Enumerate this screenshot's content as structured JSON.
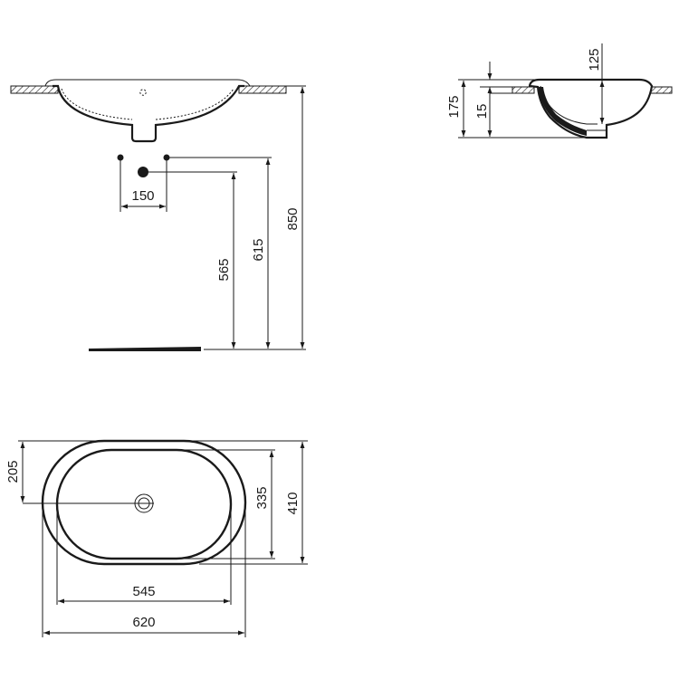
{
  "dimensions": {
    "front": {
      "tap_spacing": "150",
      "waste_height": "565",
      "tap_height": "615",
      "rim_height": "850"
    },
    "side": {
      "total_depth": "175",
      "rim_thickness": "15",
      "bowl_depth": "125"
    },
    "plan": {
      "waste_offset": "205",
      "inner_width": "335",
      "outer_width": "410",
      "inner_length": "545",
      "outer_length": "620"
    }
  },
  "colors": {
    "line": "#1a1a1a",
    "background": "#ffffff"
  }
}
